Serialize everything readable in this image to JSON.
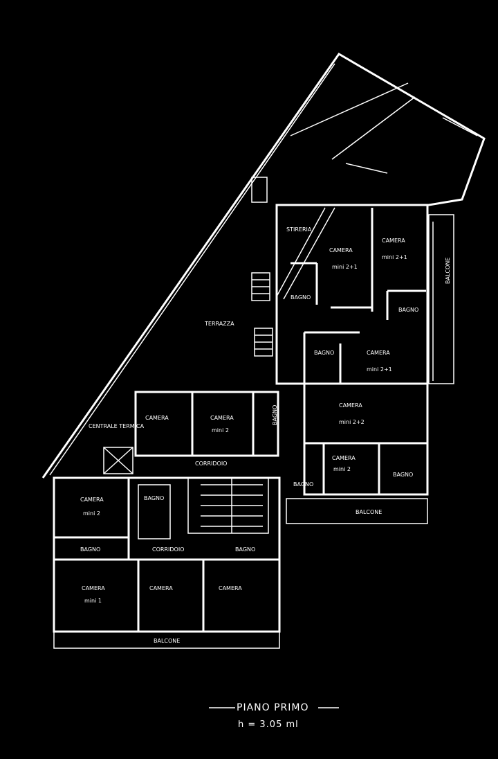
{
  "plan": {
    "title": "PIANO PRIMO",
    "height_note": "h = 3.05 ml",
    "rooms": {
      "stireria": "STIRERIA",
      "camera_2_1": "CAMERA",
      "camera_2_1_sub": "mini 2+1",
      "camera_top_right": "CAMERA",
      "camera_top_right_sub": "mini 2+1",
      "bagno_upper": "BAGNO",
      "bagno_right_upper": "BAGNO",
      "terrazza": "TERRAZZA",
      "bagno_mid": "BAGNO",
      "camera_mid_right": "CAMERA",
      "camera_mid_right_sub": "mini 2+1",
      "camera_center": "CAMERA",
      "camera_center_sub": "mini 2+2",
      "centrale_termica": "CENTRALE TERMICA",
      "camera_left_mid": "CAMERA",
      "camera_mini2": "CAMERA",
      "camera_mini2_sub": "mini 2",
      "bagno_vertical": "BAGNO",
      "camera_lower_right": "CAMERA",
      "camera_lower_right_sub": "mini 2",
      "bagno_lower_right": "BAGNO",
      "bagno_lower_mid": "BAGNO",
      "balcone_right": "BALCONE",
      "camera_left_low": "CAMERA",
      "camera_left_low_sub": "mini 2",
      "bagno_small_left": "BAGNO",
      "bagno_left_bottom": "BAGNO",
      "corridoio": "CORRIDOIO",
      "bagno_corr": "BAGNO",
      "camera_bottom_1": "CAMERA",
      "camera_bottom_1_sub": "mini 1",
      "camera_bottom_2": "CAMERA",
      "camera_bottom_3": "CAMERA",
      "balcone_bottom": "BALCONE",
      "corridoio_mid": "CORRIDOIO",
      "balcone_side": "BALCONE"
    }
  }
}
